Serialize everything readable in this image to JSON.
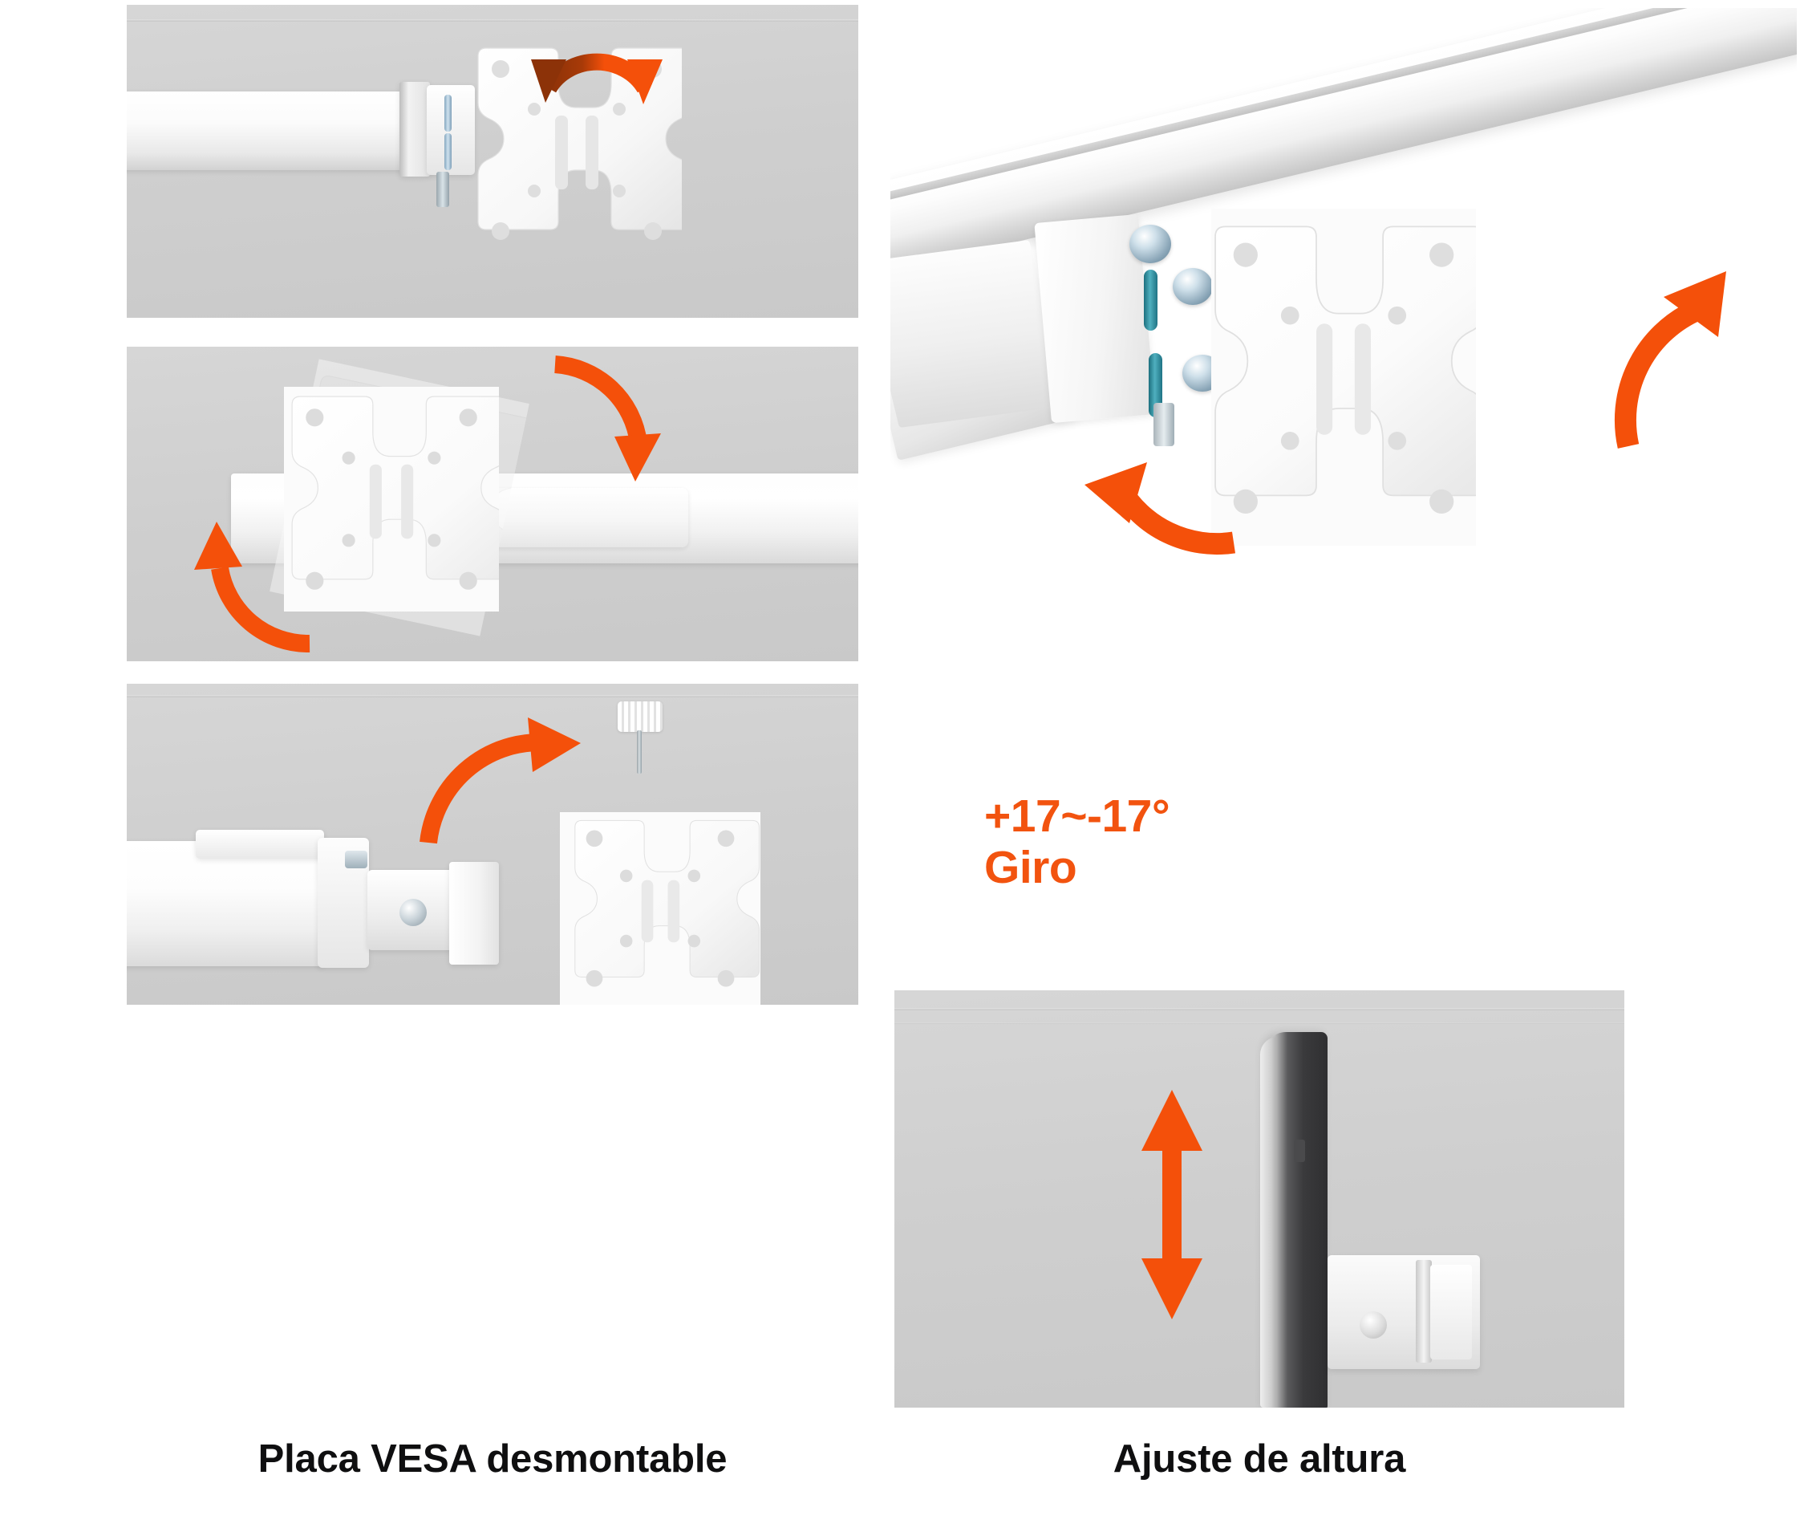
{
  "document": {
    "kind": "product-feature-infographic",
    "language": "es",
    "background_color": "#ffffff"
  },
  "colors": {
    "accent_orange": "#f2530f",
    "arrow_orange": "#f4500a",
    "arrow_dark_brown": "#8c3208",
    "panel_gray": "#cdcdcd",
    "caption_black": "#0f0f10",
    "hardware_white": "#fbfbfb",
    "screw_zinc": "#9fb6c6",
    "pin_teal": "#2f8896",
    "monitor_dark": "#3a3a3c"
  },
  "panels": [
    {
      "id": "panel-vesa-tilt",
      "name": "vesa-plate-tilt-panel",
      "position": "top-left",
      "description": "Placa VESA montada en brazo, flecha doble curva de inclinacion",
      "arrow": {
        "name": "tilt-double-arrow-icon",
        "type": "double-headed-arc",
        "style": "gradient-brown-to-orange"
      }
    },
    {
      "id": "panel-vesa-rotate",
      "name": "vesa-plate-rotation-panel",
      "position": "middle-left",
      "description": "Placa VESA en rotacion sobre el brazo, dos flechas curvas opuestas",
      "arrows": [
        {
          "name": "rotate-clockwise-arrow-icon",
          "type": "curved-arrow",
          "direction": "down-right"
        },
        {
          "name": "rotate-counterclockwise-arrow-icon",
          "type": "curved-arrow",
          "direction": "up-left"
        }
      ]
    },
    {
      "id": "panel-vesa-detach",
      "name": "vesa-plate-detach-panel",
      "position": "bottom-left",
      "description": "Placa VESA separada del cabezal con tornillo de mano",
      "arrow": {
        "name": "detach-arrow-icon",
        "type": "curved-arrow",
        "direction": "up-right"
      }
    },
    {
      "id": "panel-swivel",
      "name": "swivel-hero-panel",
      "position": "top-right",
      "description": "Vista en detalle del cabezal VESA unido a la barra del brazo con tornillos de zinc y pasadores azules",
      "arrows": [
        {
          "name": "swivel-right-arrow-icon",
          "type": "curved-arrow",
          "direction": "up-right"
        },
        {
          "name": "swivel-left-arrow-icon",
          "type": "curved-arrow",
          "direction": "up-left"
        }
      ]
    },
    {
      "id": "panel-height",
      "name": "height-adjust-panel",
      "position": "bottom-right",
      "description": "Monitor de perfil con soporte, flecha vertical doble",
      "arrow": {
        "name": "height-double-arrow-icon",
        "type": "double-headed-vertical"
      }
    }
  ],
  "spec": {
    "name": "swivel-spec",
    "angle_line": "+17~-17°",
    "label_line": "Giro"
  },
  "captions": [
    {
      "name": "caption-vesa-detachable",
      "text": "Placa VESA desmontable"
    },
    {
      "name": "caption-height-adjust",
      "text": "Ajuste de altura"
    }
  ]
}
